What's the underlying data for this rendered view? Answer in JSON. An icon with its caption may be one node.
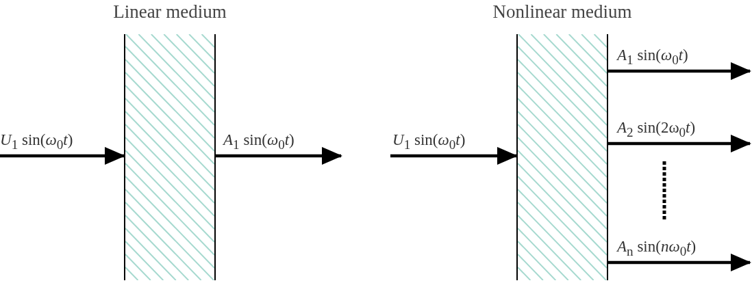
{
  "diagram": {
    "nodes": [
      {
        "text": [
          "Linear medium"
        ]
      },
      {
        "text": [
          "Nonlinear medium"
        ]
      }
    ],
    "edges": [
      {
        "from": null,
        "to": 0,
        "arrow": "to",
        "label": "*U*$_{1}$ sin(*ω*$_{0}$*t*)"
      },
      {
        "from": 0,
        "to": null,
        "arrow": "to",
        "label": "*A*$_{1}$ sin(*ω*$_{0}$*t*)"
      },
      {
        "from": null,
        "to": 1,
        "arrow": "to",
        "label": "*U*$_{1}$ sin(*ω*$_{0}$*t*)"
      },
      {
        "from": 1,
        "to": null,
        "arrow": "to",
        "label": "*A*$_{1}$ sin(*ω*$_{0}$*t*)"
      },
      {
        "from": 1,
        "to": null,
        "arrow": "to",
        "label": "*A*$_{2}$ sin(2ω$_{0}$*t*)"
      },
      {
        "from": 1,
        "to": null,
        "arrow": "to",
        "label": "*A*$_{n}$ sin(*nω*$_{0}$*t*)"
      }
    ]
  }
}
